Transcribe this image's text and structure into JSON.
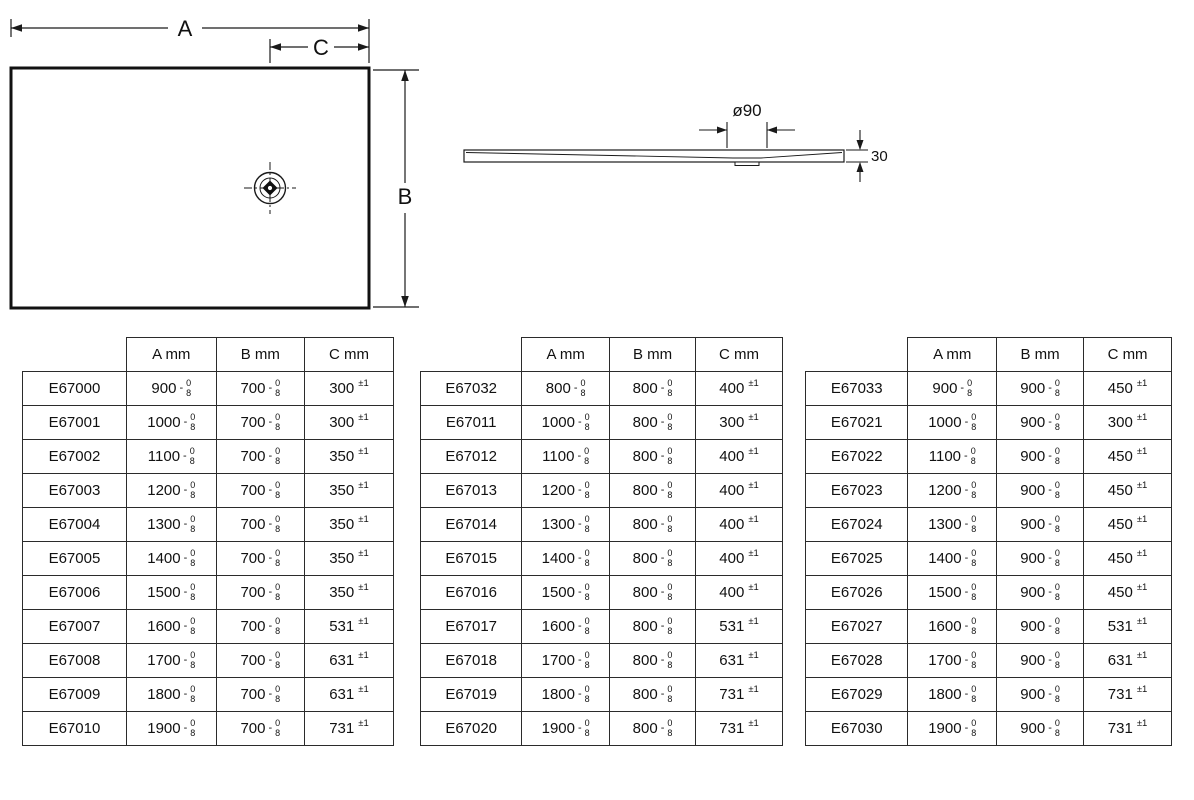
{
  "plan": {
    "label_a": "A",
    "label_b": "B",
    "label_c": "C"
  },
  "profile": {
    "diameter_label": "ø90",
    "thickness_label": "30"
  },
  "tolerances": {
    "dim_sign": "-",
    "dim_upper": "0",
    "dim_lower": "8",
    "c_tol": "±1"
  },
  "tables": [
    {
      "headers": [
        "A mm",
        "B mm",
        "C mm"
      ],
      "rows": [
        {
          "code": "E67000",
          "a": "900",
          "b": "700",
          "c": "300"
        },
        {
          "code": "E67001",
          "a": "1000",
          "b": "700",
          "c": "300"
        },
        {
          "code": "E67002",
          "a": "1100",
          "b": "700",
          "c": "350"
        },
        {
          "code": "E67003",
          "a": "1200",
          "b": "700",
          "c": "350"
        },
        {
          "code": "E67004",
          "a": "1300",
          "b": "700",
          "c": "350"
        },
        {
          "code": "E67005",
          "a": "1400",
          "b": "700",
          "c": "350"
        },
        {
          "code": "E67006",
          "a": "1500",
          "b": "700",
          "c": "350"
        },
        {
          "code": "E67007",
          "a": "1600",
          "b": "700",
          "c": "531"
        },
        {
          "code": "E67008",
          "a": "1700",
          "b": "700",
          "c": "631"
        },
        {
          "code": "E67009",
          "a": "1800",
          "b": "700",
          "c": "631"
        },
        {
          "code": "E67010",
          "a": "1900",
          "b": "700",
          "c": "731"
        }
      ]
    },
    {
      "headers": [
        "A mm",
        "B mm",
        "C mm"
      ],
      "rows": [
        {
          "code": "E67032",
          "a": "800",
          "b": "800",
          "c": "400"
        },
        {
          "code": "E67011",
          "a": "1000",
          "b": "800",
          "c": "300"
        },
        {
          "code": "E67012",
          "a": "1100",
          "b": "800",
          "c": "400"
        },
        {
          "code": "E67013",
          "a": "1200",
          "b": "800",
          "c": "400"
        },
        {
          "code": "E67014",
          "a": "1300",
          "b": "800",
          "c": "400"
        },
        {
          "code": "E67015",
          "a": "1400",
          "b": "800",
          "c": "400"
        },
        {
          "code": "E67016",
          "a": "1500",
          "b": "800",
          "c": "400"
        },
        {
          "code": "E67017",
          "a": "1600",
          "b": "800",
          "c": "531"
        },
        {
          "code": "E67018",
          "a": "1700",
          "b": "800",
          "c": "631"
        },
        {
          "code": "E67019",
          "a": "1800",
          "b": "800",
          "c": "731"
        },
        {
          "code": "E67020",
          "a": "1900",
          "b": "800",
          "c": "731"
        }
      ]
    },
    {
      "headers": [
        "A mm",
        "B mm",
        "C mm"
      ],
      "rows": [
        {
          "code": "E67033",
          "a": "900",
          "b": "900",
          "c": "450"
        },
        {
          "code": "E67021",
          "a": "1000",
          "b": "900",
          "c": "300"
        },
        {
          "code": "E67022",
          "a": "1100",
          "b": "900",
          "c": "450"
        },
        {
          "code": "E67023",
          "a": "1200",
          "b": "900",
          "c": "450"
        },
        {
          "code": "E67024",
          "a": "1300",
          "b": "900",
          "c": "450"
        },
        {
          "code": "E67025",
          "a": "1400",
          "b": "900",
          "c": "450"
        },
        {
          "code": "E67026",
          "a": "1500",
          "b": "900",
          "c": "450"
        },
        {
          "code": "E67027",
          "a": "1600",
          "b": "900",
          "c": "531"
        },
        {
          "code": "E67028",
          "a": "1700",
          "b": "900",
          "c": "631"
        },
        {
          "code": "E67029",
          "a": "1800",
          "b": "900",
          "c": "731"
        },
        {
          "code": "E67030",
          "a": "1900",
          "b": "900",
          "c": "731"
        }
      ]
    }
  ]
}
